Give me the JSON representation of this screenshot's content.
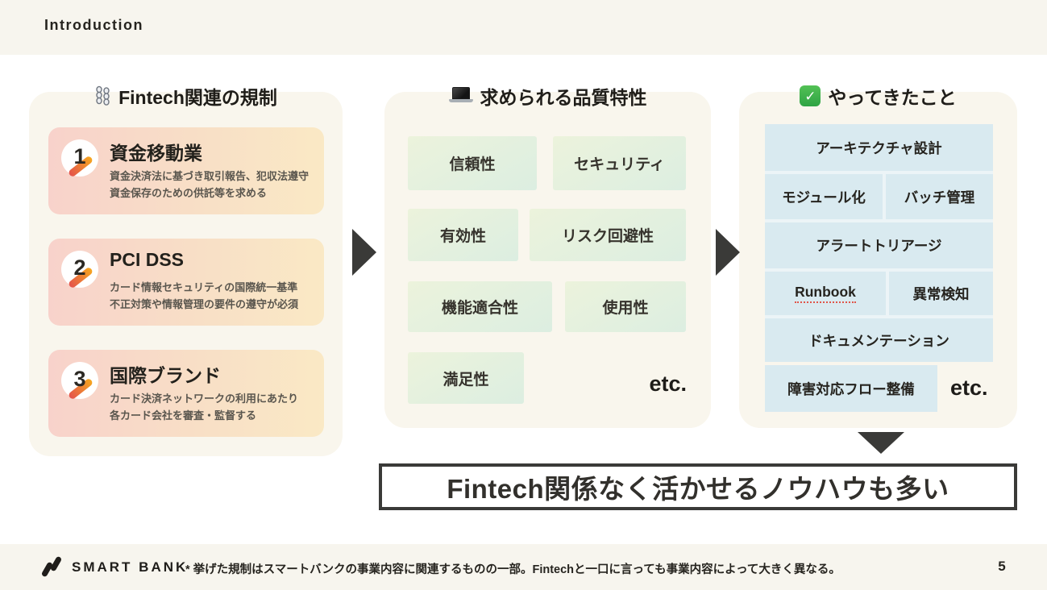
{
  "header": {
    "title": "Introduction"
  },
  "regulations": {
    "title": "Fintech関連の規制",
    "icon": "chains-icon",
    "items": [
      {
        "number": "1",
        "title": "資金移動業",
        "desc1": "資金決済法に基づき取引報告、犯収法遵守",
        "desc2": "資金保存のための供託等を求める"
      },
      {
        "number": "2",
        "title": "PCI DSS",
        "desc1": "カード情報セキュリティの国際統一基準",
        "desc2": "不正対策や情報管理の要件の遵守が必須"
      },
      {
        "number": "3",
        "title": "国際ブランド",
        "desc1": "カード決済ネットワークの利用にあたり",
        "desc2": "各カード会社を審査・監督する"
      }
    ]
  },
  "qualities": {
    "title": "求められる品質特性",
    "icon": "laptop-icon",
    "boxes": [
      "信頼性",
      "セキュリティ",
      "有効性",
      "リスク回避性",
      "機能適合性",
      "使用性",
      "満足性"
    ],
    "etc_label": "etc."
  },
  "achievements": {
    "title": "やってきたこと",
    "icon": "check-icon",
    "boxes": [
      "アーキテクチャ設計",
      "モジュール化",
      "バッチ管理",
      "アラートトリアージ",
      "Runbook",
      "異常検知",
      "ドキュメンテーション",
      "障害対応フロー整備"
    ],
    "etc_label": "etc."
  },
  "banner": {
    "text": "Fintech関係なく活かせるノウハウも多い"
  },
  "footer": {
    "brand": "SMART BANK",
    "note": "* 挙げた規制はスマートバンクの事業内容に関連するものの一部。Fintechと一口に言っても事業内容によって大きく異なる。",
    "page_number": "5"
  },
  "colors": {
    "band": "#f7f5ee",
    "panel": "#f9f6ed",
    "card_gradient_start": "#f8d2cb",
    "card_gradient_end": "#fae9c5",
    "quality_box": "#e4f0de",
    "achievement_box": "#d9eaf0",
    "arrow": "#3a3a38",
    "accent_red": "#e4534d",
    "accent_orange": "#f6a61e",
    "check_green": "#3db54a"
  }
}
